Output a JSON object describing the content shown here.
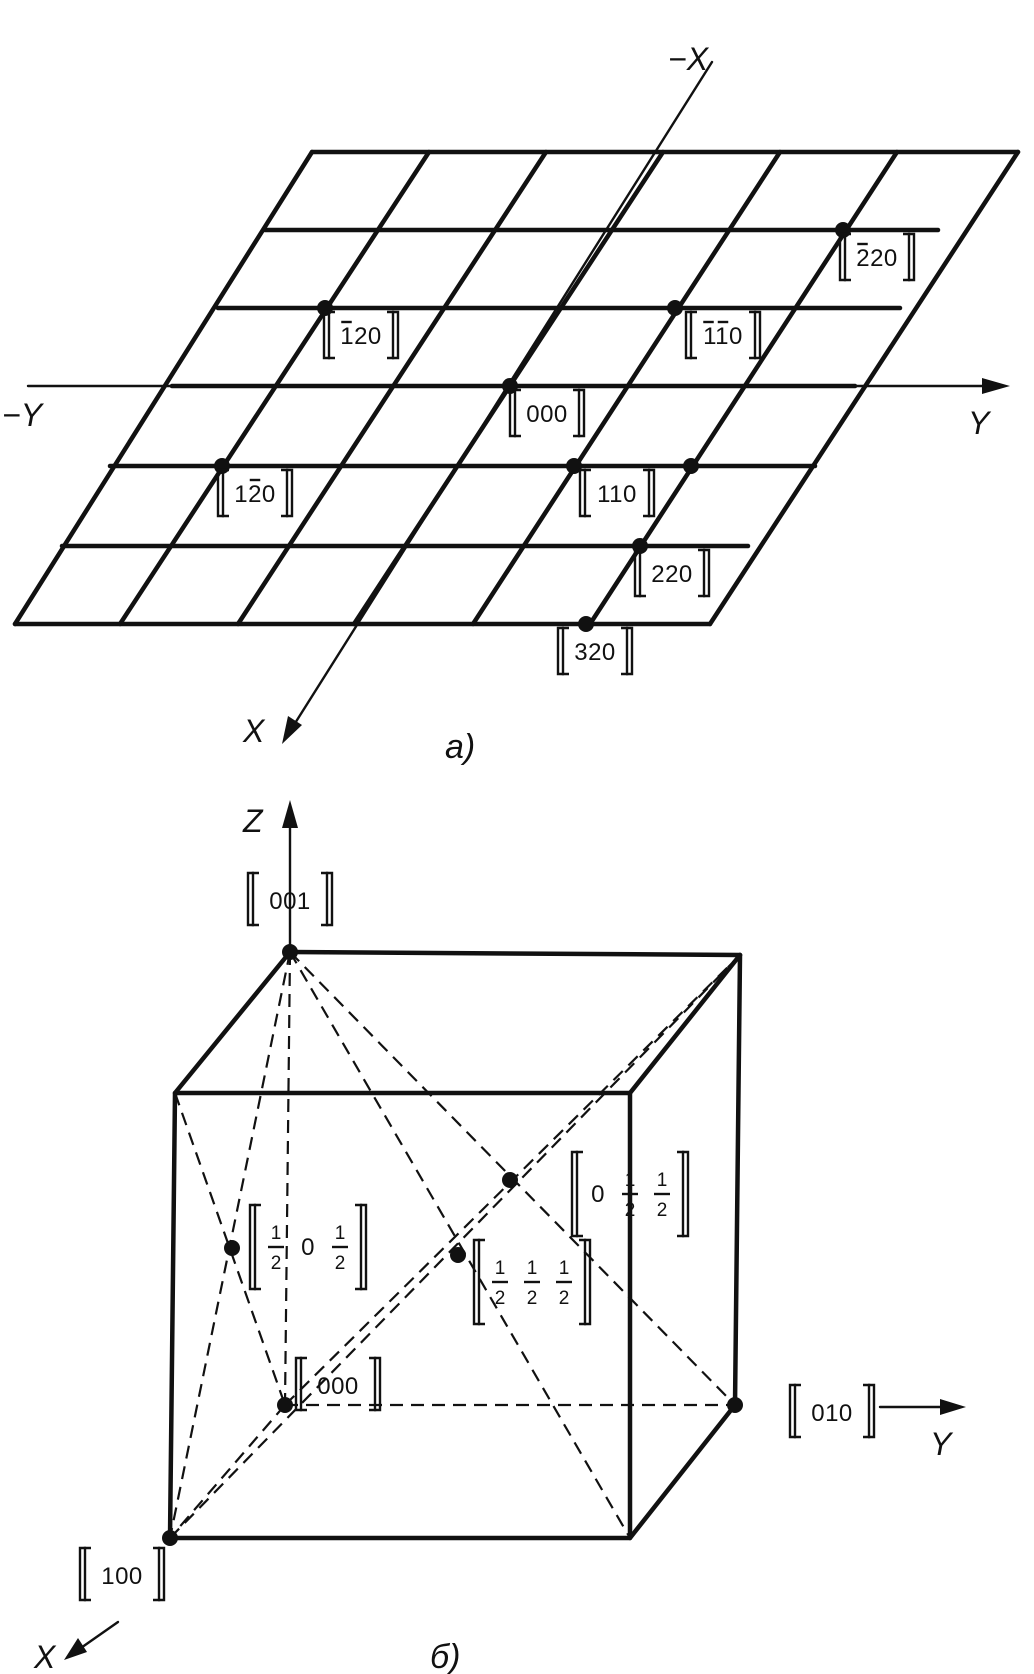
{
  "figure_a": {
    "caption": "a)",
    "axes": {
      "neg_x": "−X",
      "x": "X",
      "neg_y": "−Y",
      "y": "Y"
    },
    "points": [
      {
        "id": "p-000",
        "label": "000",
        "over": []
      },
      {
        "id": "p-110",
        "label": "110",
        "over": []
      },
      {
        "id": "p-220",
        "label": "220",
        "over": []
      },
      {
        "id": "p-320",
        "label": "320",
        "over": []
      },
      {
        "id": "p-m1m10",
        "label": "110",
        "over": [
          0,
          1
        ]
      },
      {
        "id": "p-m220",
        "label": "220",
        "over": [
          0
        ]
      },
      {
        "id": "p-m120",
        "label": "120",
        "over": [
          0
        ]
      },
      {
        "id": "p-1m20",
        "label": "120",
        "over": [
          1
        ]
      }
    ]
  },
  "figure_b": {
    "caption": "б)",
    "axes": {
      "x": "X",
      "y": "Y",
      "z": "Z"
    },
    "points": [
      {
        "id": "b-001",
        "label": "001"
      },
      {
        "id": "b-000",
        "label": "000"
      },
      {
        "id": "b-100",
        "label": "100"
      },
      {
        "id": "b-010",
        "label": "010"
      }
    ],
    "fraction_points": [
      {
        "id": "b-half0half",
        "parts": [
          {
            "n": "1",
            "d": "2"
          },
          {
            "t": "0"
          },
          {
            "n": "1",
            "d": "2"
          }
        ]
      },
      {
        "id": "b-0halfhalf",
        "parts": [
          {
            "t": "0"
          },
          {
            "n": "1",
            "d": "2"
          },
          {
            "n": "1",
            "d": "2"
          }
        ]
      },
      {
        "id": "b-halfhalfhalf",
        "parts": [
          {
            "n": "1",
            "d": "2"
          },
          {
            "n": "1",
            "d": "2"
          },
          {
            "n": "1",
            "d": "2"
          }
        ]
      }
    ]
  }
}
